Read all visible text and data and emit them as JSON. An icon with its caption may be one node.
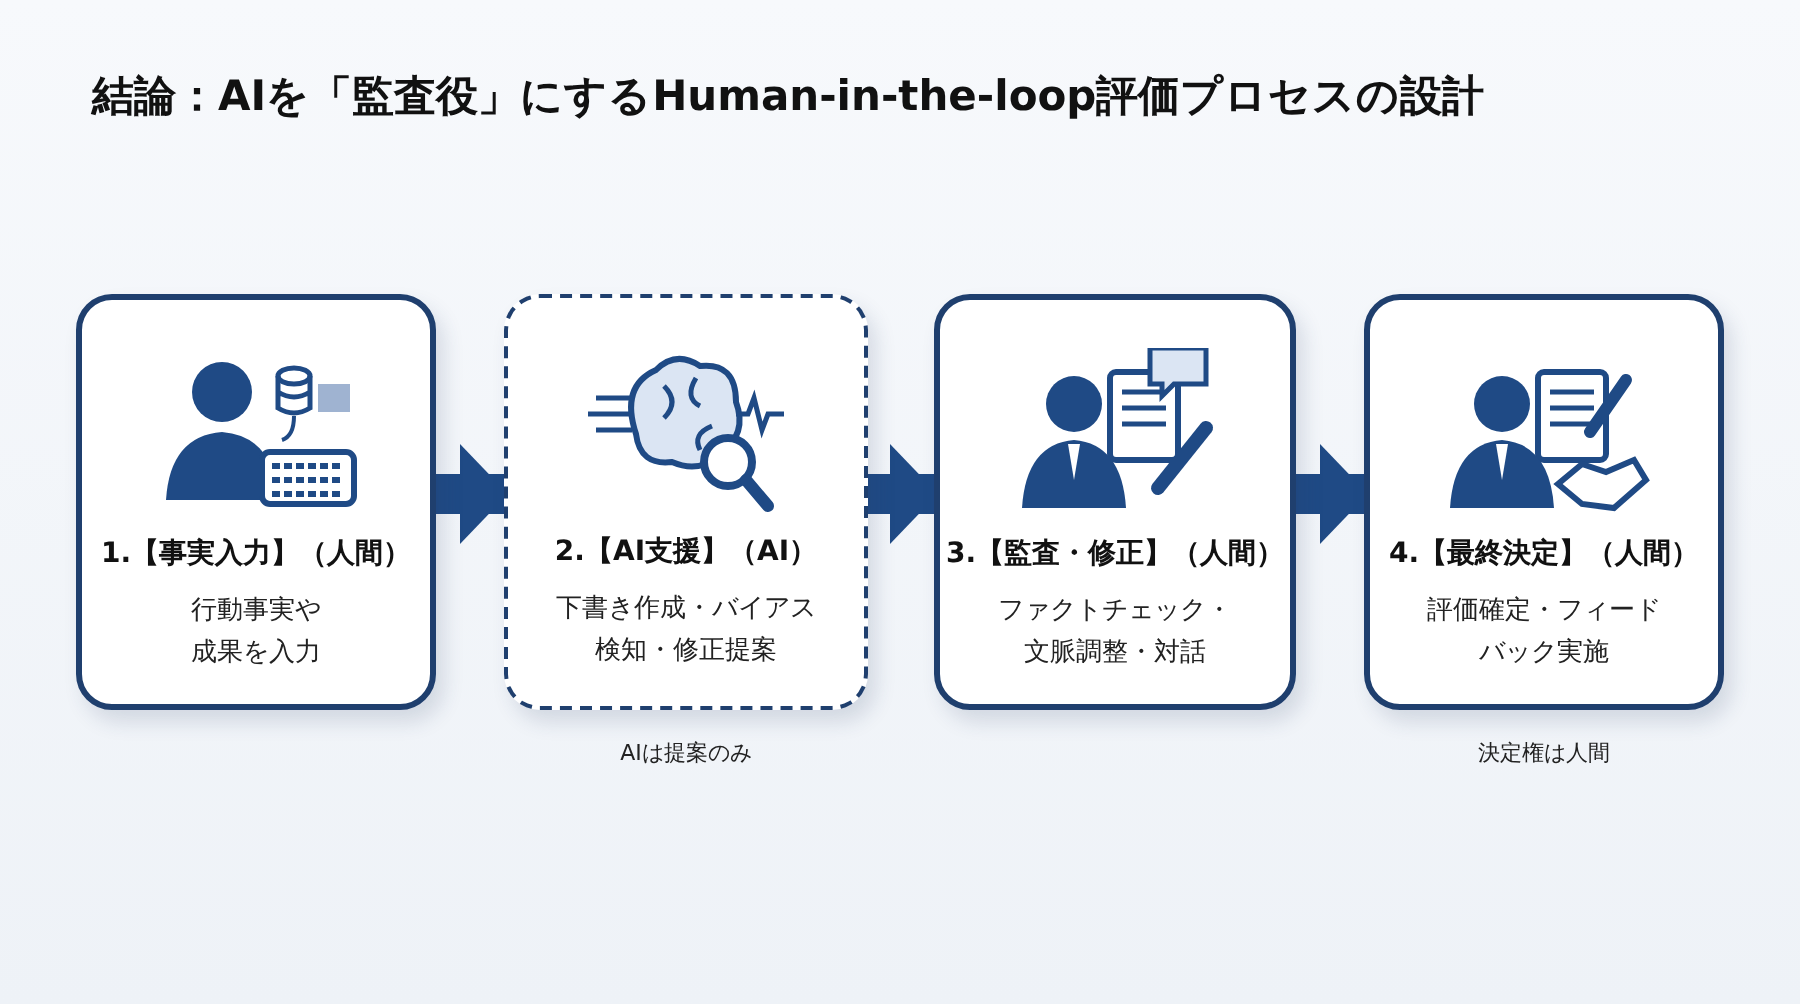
{
  "diagram": {
    "title": "結論：AIを「監査役」にするHuman-in-the-loop評価プロセスの設計",
    "nodes": [
      {
        "text": [
          "1.【事実入力】（人間）",
          "行動事実や成果を入力"
        ]
      },
      {
        "text": [
          "2.【AI支援】（AI）",
          "下書き作成・バイアス検知・修正提案"
        ],
        "beside": [
          "AIは提案のみ"
        ]
      },
      {
        "text": [
          "3.【監査・修正】（人間）",
          "ファクトチェック・文脈調整・対話"
        ]
      },
      {
        "text": [
          "4.【最終決定】（人間）",
          "評価確定・フィードバック実施"
        ],
        "beside": [
          "決定権は人間"
        ]
      }
    ],
    "edges": [
      {
        "from": 0,
        "to": 1,
        "arrow": "to"
      },
      {
        "from": 1,
        "to": 2,
        "arrow": "to"
      },
      {
        "from": 2,
        "to": 3,
        "arrow": "to"
      }
    ]
  }
}
